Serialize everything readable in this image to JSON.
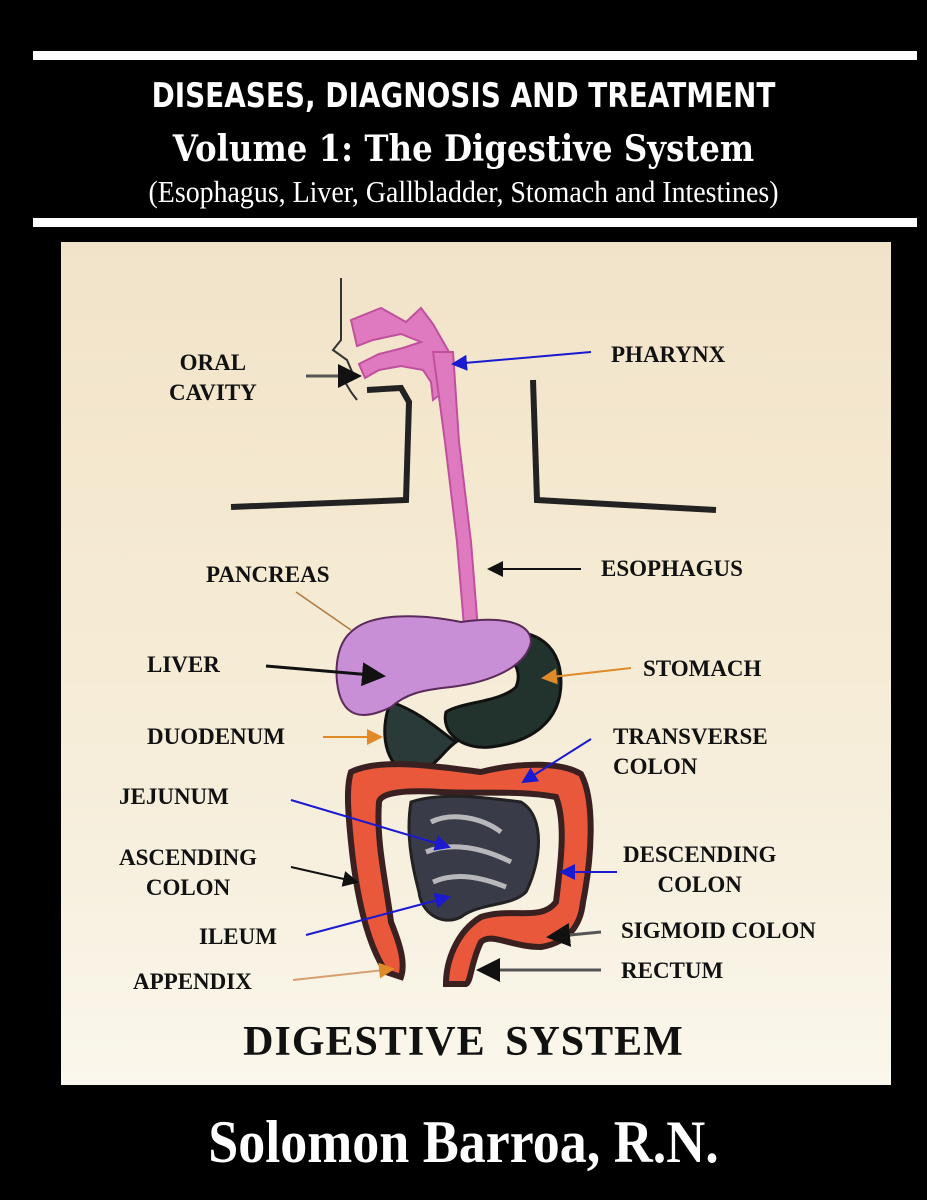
{
  "cover": {
    "series_title": "DISEASES, DIAGNOSIS AND TREATMENT",
    "volume_title": "Volume 1: The Digestive System",
    "subtitle": "(Esophagus, Liver, Gallbladder, Stomach and Intestines)",
    "author": "Solomon Barroa, R.N."
  },
  "illustration": {
    "caption": "DIGESTIVE SYSTEM",
    "labels": {
      "oral_cavity": [
        "ORAL",
        "CAVITY"
      ],
      "pharynx": "PHARYNX",
      "esophagus": "ESOPHAGUS",
      "pancreas": "PANCREAS",
      "liver": "LIVER",
      "stomach": "STOMACH",
      "duodenum": "DUODENUM",
      "transverse_colon": [
        "TRANSVERSE",
        "COLON"
      ],
      "jejunum": "JEJUNUM",
      "ascending_colon": [
        "ASCENDING",
        "COLON"
      ],
      "descending_colon": [
        "DESCENDING",
        "COLON"
      ],
      "ileum": "ILEUM",
      "sigmoid_colon": "SIGMOID COLON",
      "appendix": "APPENDIX",
      "rectum": "RECTUM"
    },
    "colors": {
      "esophagus": "#e07ac0",
      "liver": "#c98fd6",
      "stomach": "#22332e",
      "colon": "#e9583a",
      "small_intestine": "#3a3b48",
      "arrow_blue": "#1a1ad0",
      "arrow_orange": "#e08a2a",
      "arrow_black": "#111111"
    }
  }
}
